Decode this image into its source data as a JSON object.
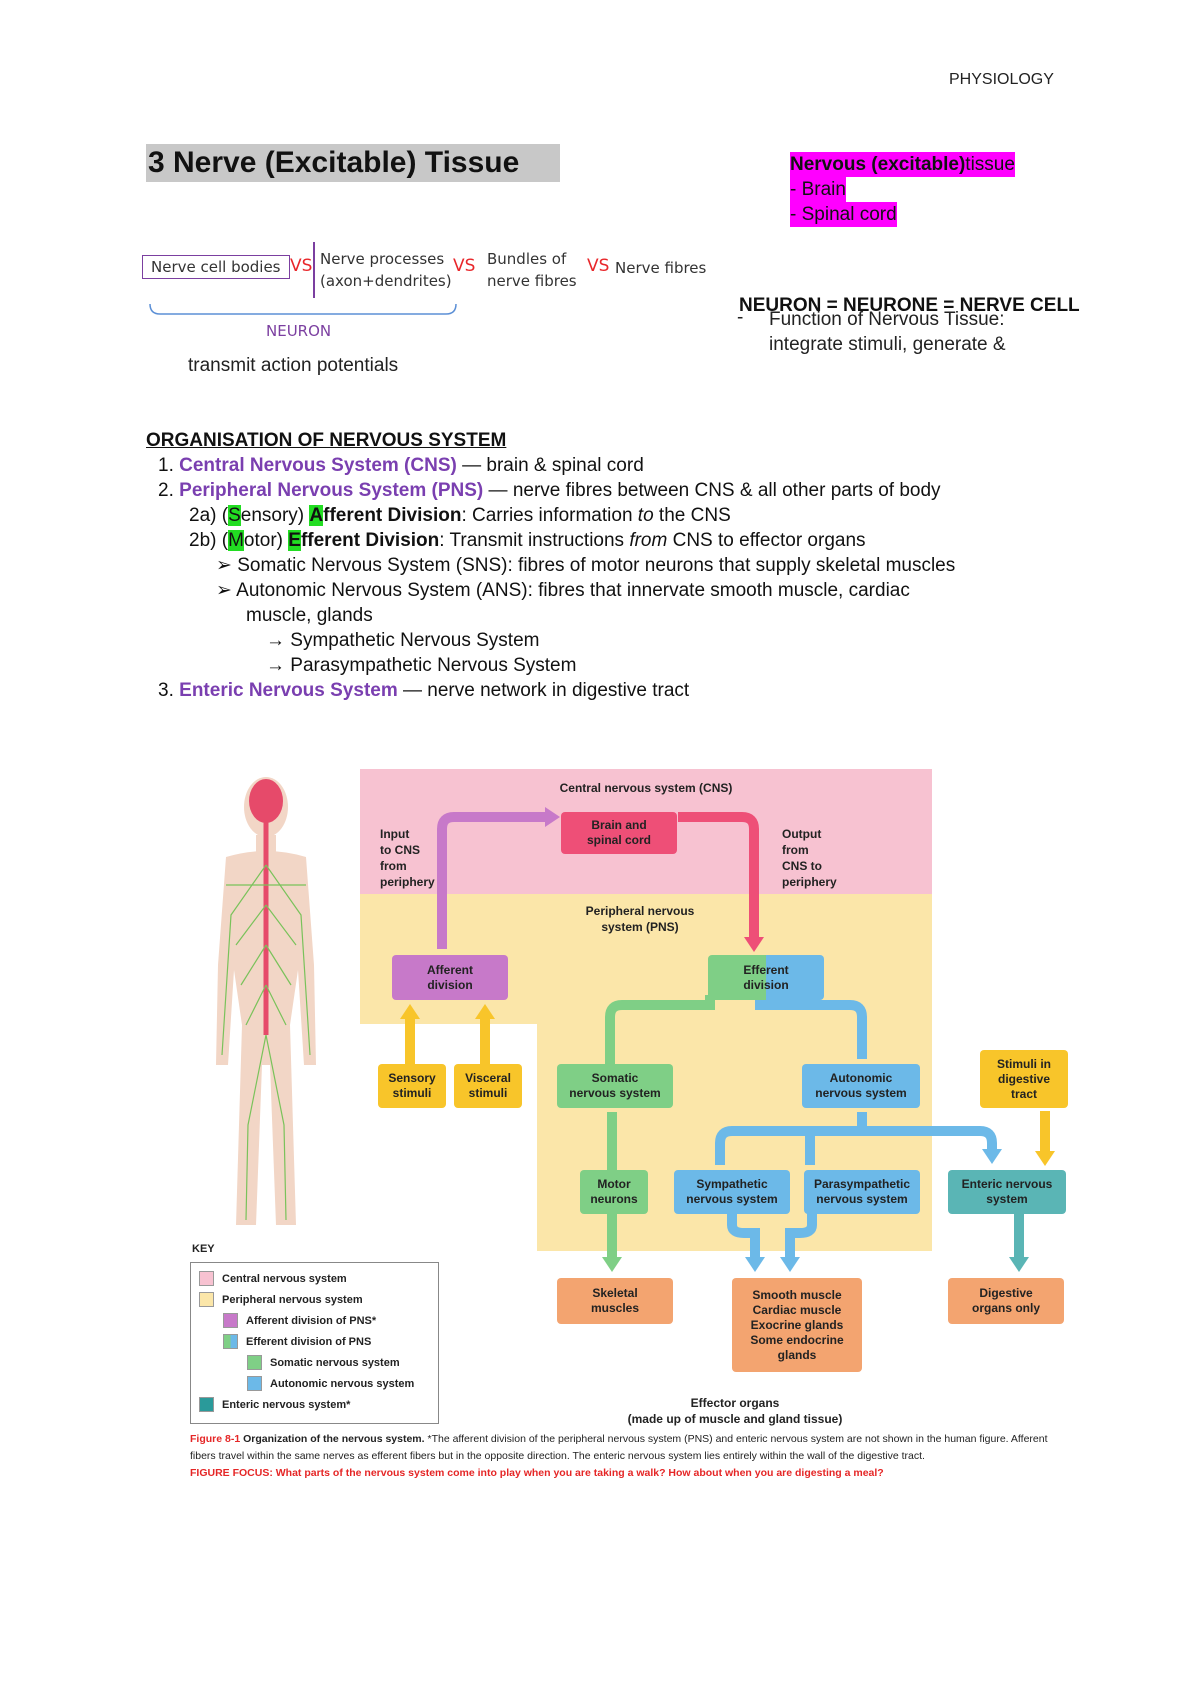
{
  "header": {
    "subject": "PHYSIOLOGY"
  },
  "title": "3  Nerve (Excitable) Tissue",
  "nervous_tissue": {
    "heading_bold": "Nervous (excitable)",
    "heading_rest": " tissue",
    "items": [
      "- Brain",
      "- Spinal cord"
    ]
  },
  "neuron_diagram": {
    "cell_bodies": "Nerve cell bodies",
    "vs": "VS",
    "processes_line1": "Nerve processes",
    "processes_line2": "(axon+dendrites)",
    "bundles_line1": "Bundles of",
    "bundles_line2": "nerve fibres",
    "fibres": "Nerve fibres",
    "neuron_label": "NEURON"
  },
  "neuron_equation": "NEURON = NEURONE = NERVE CELL",
  "function": {
    "dash": "-",
    "line1": "Function of Nervous Tissue:",
    "line2": "integrate stimuli, generate &",
    "line3": "transmit action potentials"
  },
  "organisation": {
    "heading": "ORGANISATION OF NERVOUS SYSTEM",
    "cns_num": "1.",
    "cns_name": "Central Nervous System (CNS)",
    "cns_desc": " — brain & spinal cord",
    "pns_num": "2.",
    "pns_name": "Peripheral Nervous System (PNS)",
    "pns_desc": " — nerve fibres between CNS & all other parts of body",
    "afferent": {
      "prefix": "2a) (",
      "s": "S",
      "ensory": "ensory) ",
      "a": "A",
      "fferent": "fferent Division",
      "desc1": ": Carries information ",
      "to": "to",
      "desc2": " the CNS"
    },
    "efferent": {
      "prefix": "2b) (",
      "m": "M",
      "otor": "otor) ",
      "e": "E",
      "fferent": "fferent Division",
      "desc1": ": Transmit instructions ",
      "from": "from",
      "desc2": " CNS to effector organs"
    },
    "somatic": "Somatic Nervous System (SNS): fibres of motor neurons that supply skeletal muscles",
    "autonomic_line1": "Autonomic Nervous System (ANS): fibres that innervate smooth muscle, cardiac",
    "autonomic_line2": "muscle, glands",
    "sympathetic": "Sympathetic Nervous System",
    "parasympathetic": "Parasympathetic Nervous System",
    "ens_num": "3.",
    "ens_name": "Enteric Nervous System",
    "ens_desc": " — nerve network in digestive tract",
    "bullet": "➢",
    "arrow": "→"
  },
  "figure": {
    "cns_region": "Central nervous system (CNS)",
    "pns_region_1": "Peripheral nervous",
    "pns_region_2": "system (PNS)",
    "brain_1": "Brain and",
    "brain_2": "spinal cord",
    "input": [
      "Input",
      "to CNS",
      "from",
      "periphery"
    ],
    "output": [
      "Output",
      "from",
      "CNS to",
      "periphery"
    ],
    "afferent_1": "Afferent",
    "afferent_2": "division",
    "efferent_1": "Efferent",
    "efferent_2": "division",
    "sensory_1": "Sensory",
    "sensory_2": "stimuli",
    "visceral_1": "Visceral",
    "visceral_2": "stimuli",
    "somatic_1": "Somatic",
    "somatic_2": "nervous system",
    "autonomic_1": "Autonomic",
    "autonomic_2": "nervous system",
    "stimuli_dig": [
      "Stimuli in",
      "digestive",
      "tract"
    ],
    "motor_1": "Motor",
    "motor_2": "neurons",
    "symp_1": "Sympathetic",
    "symp_2": "nervous system",
    "para_1": "Parasympathetic",
    "para_2": "nervous system",
    "enteric_1": "Enteric nervous",
    "enteric_2": "system",
    "skeletal_1": "Skeletal",
    "skeletal_2": "muscles",
    "smooth": [
      "Smooth muscle",
      "Cardiac muscle",
      "Exocrine glands",
      "Some endocrine",
      "glands"
    ],
    "digestive_1": "Digestive",
    "digestive_2": "organs only",
    "effector_1": "Effector organs",
    "effector_2": "(made up of muscle and gland tissue)",
    "key": {
      "title": "KEY",
      "items": [
        "Central nervous system",
        "Peripheral nervous system",
        "Afferent division of PNS*",
        "Efferent division of PNS",
        "Somatic nervous system",
        "Autonomic nervous system",
        "Enteric nervous system*"
      ]
    },
    "caption_label": "Figure 8-1",
    "caption_bold": "Organization of the nervous system.",
    "caption_text": " *The afferent division of the peripheral nervous system (PNS) and enteric nervous system are not shown in the human figure. Afferent fibers travel within the same nerves as efferent fibers but in the opposite direction. The enteric nervous system lies entirely within the wall of the digestive tract.",
    "focus": "FIGURE FOCUS: What parts of the nervous system come into play when you are taking a walk? How about when you are digesting a meal?"
  },
  "colors": {
    "magenta_highlight": "#ff00ff",
    "purple_text": "#7a3fb0",
    "green_highlight": "#22dd22",
    "cns_pink": "#f7c2d1",
    "pns_yellow": "#fbe6a9",
    "afferent_purple": "#c779c9",
    "efferent_green": "#7fcf86",
    "efferent_blue": "#6cb9e8",
    "brain_red": "#ee4f77",
    "stimuli_yellow": "#f8c52a",
    "effector_orange": "#f3a470",
    "enteric_teal": "#5ab5b5"
  }
}
